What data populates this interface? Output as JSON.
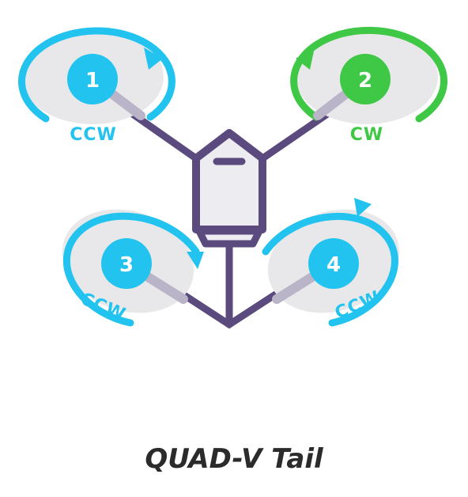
{
  "title": "QUAD-V Tail",
  "colors": {
    "frame": "#5b4a7e",
    "ccw": "#22c3ee",
    "cw": "#3fc845",
    "prop_disc": "#e8e8ea",
    "body_fill": "#ececf1",
    "caption": "#2b2b2b"
  },
  "motors": [
    {
      "number": "1",
      "direction": "CCW",
      "color": "ccw"
    },
    {
      "number": "2",
      "direction": "CW",
      "color": "cw"
    },
    {
      "number": "3",
      "direction": "CCW",
      "color": "ccw"
    },
    {
      "number": "4",
      "direction": "CCW",
      "color": "ccw"
    }
  ]
}
